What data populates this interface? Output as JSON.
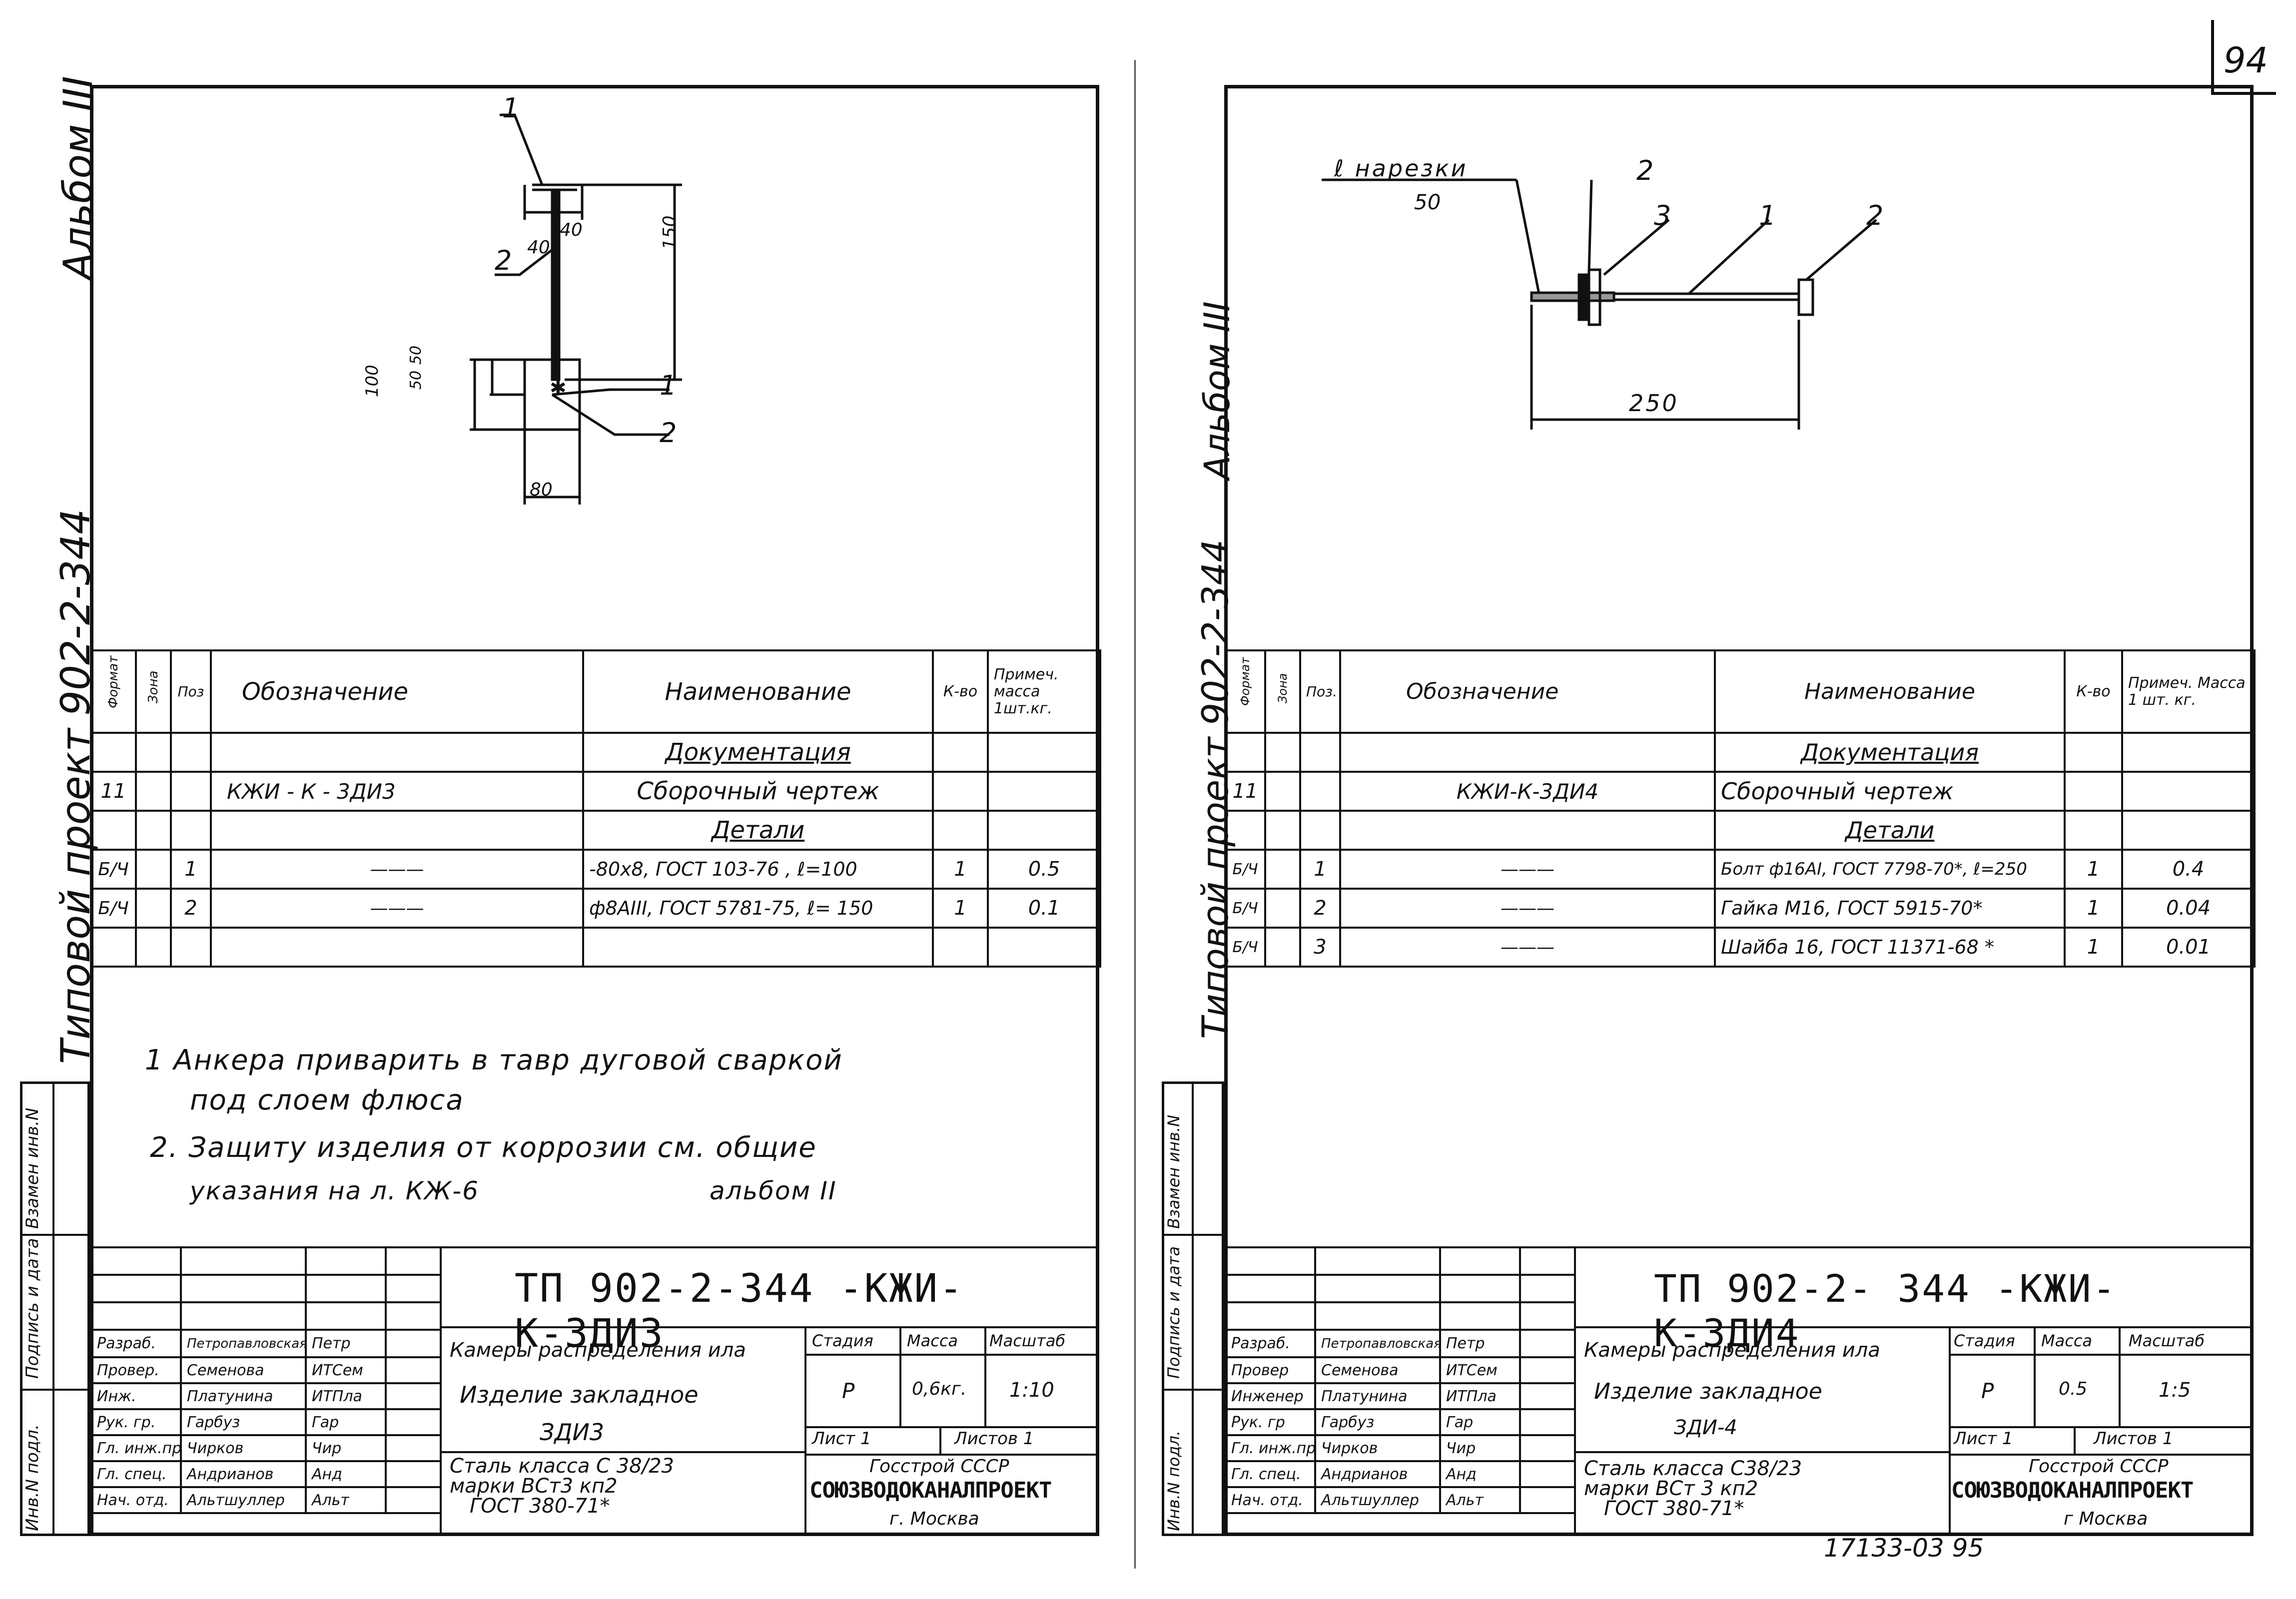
{
  "page_number": "94",
  "footer_code": "17133-03  95",
  "left": {
    "album": "Альбом III",
    "project": "Типовой проект  902-2-344",
    "callouts": {
      "p1_top": "1",
      "p2_top": "2",
      "p1_bottom": "1",
      "p2_bottom": "2"
    },
    "dims": {
      "d40a": "40",
      "d40b": "40",
      "d150": "150",
      "d100": "100",
      "d50a": "50",
      "d50b": "50",
      "d80": "80"
    },
    "spec": {
      "headers": {
        "format": "Формат",
        "zone": "Зона",
        "pos": "Поз",
        "designation": "Обозначение",
        "name": "Наименование",
        "qty": "К-во",
        "note": "Примеч. масса 1шт.кг."
      },
      "section_docs": "Документация",
      "doc_row": {
        "format": "11",
        "designation": "КЖИ - К - 3ДИ3",
        "name": "Сборочный чертеж"
      },
      "section_parts": "Детали",
      "rows": [
        {
          "format": "Б/Ч",
          "pos": "1",
          "designation": "———",
          "name": "-80х8, ГОСТ 103-76 , ℓ=100",
          "qty": "1",
          "note": "0.5"
        },
        {
          "format": "Б/Ч",
          "pos": "2",
          "designation": "———",
          "name": "ф8АIII, ГОСТ 5781-75, ℓ= 150",
          "qty": "1",
          "note": "0.1"
        }
      ]
    },
    "notes": [
      "1  Анкера приварить в тавр дуговой сваркой",
      "под слоем флюса",
      "2. Защиту изделия от коррозии см. общие",
      "указания на л. КЖ-6",
      "альбом II"
    ],
    "side_stamp": [
      "Инв.N подл.",
      "Подпись и дата",
      "Взамен инв.N"
    ],
    "title_block": {
      "code": "ТП 902-2-344 -КЖИ-К-3ДИ3",
      "headers": {
        "stage": "Стадия",
        "mass": "Масса",
        "scale": "Масштаб"
      },
      "stage": "Р",
      "mass": "0,6кг.",
      "scale": "1:10",
      "sheet": "Лист 1",
      "sheets": "Листов 1",
      "title1": "Камеры распределения ила",
      "title2": "Изделие закладное",
      "title3": "ЗДИ3",
      "material": [
        "Сталь класса С 38/23",
        "марки ВСт3 кп2",
        "ГОСТ 380-71*"
      ],
      "org1": "Госстрой СССР",
      "org2": "СОЮЗВОДОКАНАЛПРОЕКТ",
      "org3": "г. Москва",
      "roles": [
        {
          "role": "Разраб.",
          "name": "Петропавловская",
          "sign": "Петр"
        },
        {
          "role": "Провер.",
          "name": "Семенова",
          "sign": "ИТСем"
        },
        {
          "role": "Инж.",
          "name": "Платунина",
          "sign": "ИТПла"
        },
        {
          "role": "Рук. гр.",
          "name": "Гарбуз",
          "sign": "Гар"
        },
        {
          "role": "Гл. инж.пр",
          "name": "Чирков",
          "sign": "Чир"
        },
        {
          "role": "Гл. спец.",
          "name": "Андрианов",
          "sign": "Анд"
        },
        {
          "role": "Нач. отд.",
          "name": "Альтшуллер",
          "sign": "Альт"
        }
      ]
    }
  },
  "right": {
    "album": "Альбом III",
    "project": "Типовой проект 902-2-344",
    "callouts": {
      "thread": "ℓ нарезки",
      "thread_len": "50",
      "p2a": "2",
      "p3": "3",
      "p1": "1",
      "p2b": "2"
    },
    "dims": {
      "d250": "250"
    },
    "spec": {
      "headers": {
        "format": "Формат",
        "zone": "Зона",
        "pos": "Поз.",
        "designation": "Обозначение",
        "name": "Наименование",
        "qty": "К-во",
        "note": "Примеч. Масса 1 шт. кг."
      },
      "section_docs": "Документация",
      "doc_row": {
        "format": "11",
        "designation": "КЖИ-К-3ДИ4",
        "name": "Сборочный чертеж"
      },
      "section_parts": "Детали",
      "rows": [
        {
          "format": "Б/Ч",
          "pos": "1",
          "designation": "———",
          "name": "Болт ф16АI, ГОСТ 7798-70*, ℓ=250",
          "qty": "1",
          "note": "0.4"
        },
        {
          "format": "Б/Ч",
          "pos": "2",
          "designation": "———",
          "name": "Гайка М16, ГОСТ 5915-70*",
          "qty": "1",
          "note": "0.04"
        },
        {
          "format": "Б/Ч",
          "pos": "3",
          "designation": "———",
          "name": "Шайба 16, ГОСТ 11371-68 *",
          "qty": "1",
          "note": "0.01"
        }
      ]
    },
    "side_stamp": [
      "Инв.N подл.",
      "Подпись и дата",
      "Взамен инв.N"
    ],
    "title_block": {
      "code": "ТП 902-2- 344 -КЖИ-К-3ДИ4",
      "headers": {
        "stage": "Стадия",
        "mass": "Масса",
        "scale": "Масштаб"
      },
      "stage": "Р",
      "mass": "0.5",
      "scale": "1:5",
      "sheet": "Лист 1",
      "sheets": "Листов 1",
      "title1": "Камеры распределения ила",
      "title2": "Изделие закладное",
      "title3": "ЗДИ-4",
      "material": [
        "Сталь класса С38/23",
        "марки ВСт 3 кп2",
        "ГОСТ 380-71*"
      ],
      "org1": "Госстрой СССР",
      "org2": "СОЮЗВОДОКАНАЛПРОЕКТ",
      "org3": "г Москва",
      "roles": [
        {
          "role": "Разраб.",
          "name": "Петропавловская",
          "sign": "Петр"
        },
        {
          "role": "Провер",
          "name": "Семенова",
          "sign": "ИТСем"
        },
        {
          "role": "Инженер",
          "name": "Платунина",
          "sign": "ИТПла"
        },
        {
          "role": "Рук. гр",
          "name": "Гарбуз",
          "sign": "Гар"
        },
        {
          "role": "Гл. инж.пр",
          "name": "Чирков",
          "sign": "Чир"
        },
        {
          "role": "Гл. спец.",
          "name": "Андрианов",
          "sign": "Анд"
        },
        {
          "role": "Нач. отд.",
          "name": "Альтшуллер",
          "sign": "Альт"
        }
      ]
    }
  }
}
